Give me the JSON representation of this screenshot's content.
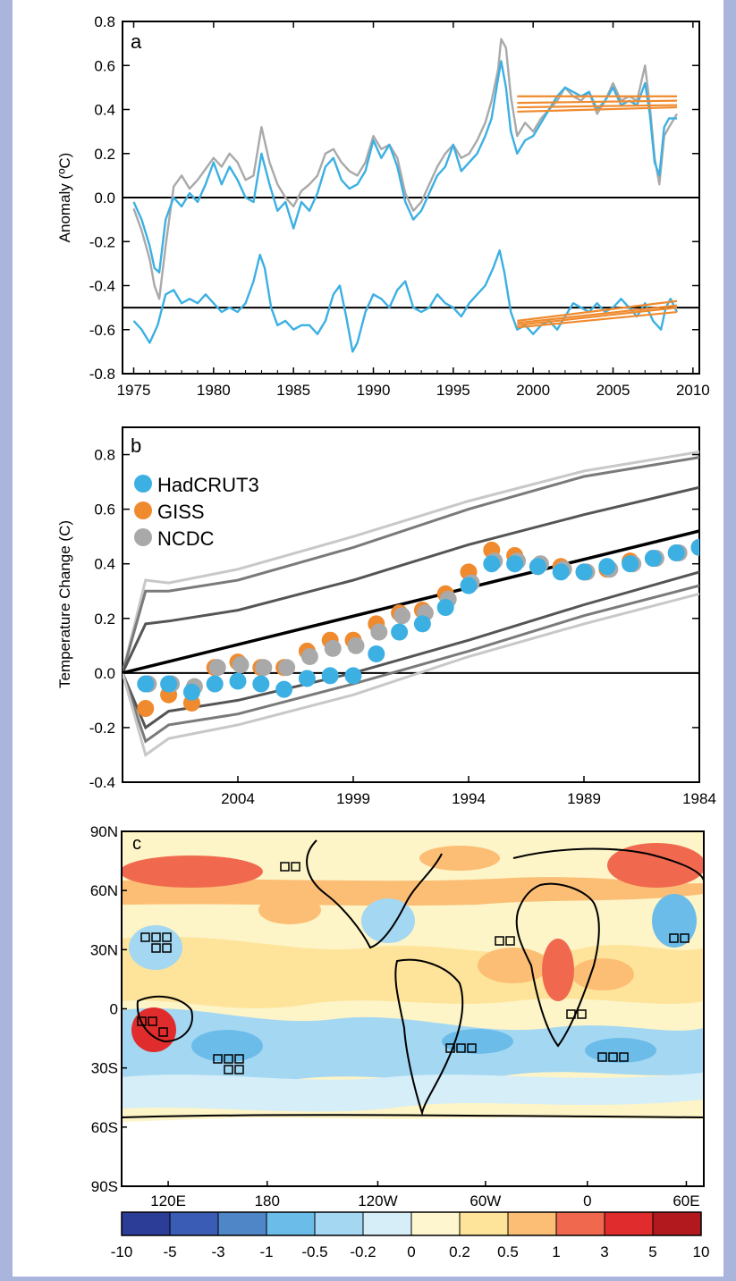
{
  "chart_data": [
    {
      "type": "line",
      "panel_letter": "a",
      "ylabel": "Anomaly (ºC)",
      "xlim": [
        1974.3,
        2010.4
      ],
      "ylim": [
        -0.8,
        0.8
      ],
      "xticks": [
        1975,
        1980,
        1985,
        1990,
        1995,
        2000,
        2005,
        2010
      ],
      "yticks": [
        -0.8,
        -0.6,
        -0.4,
        -0.2,
        0.0,
        0.2,
        0.4,
        0.6,
        0.8
      ],
      "ytick_labels": [
        "-0.8",
        "-0.6",
        "-0.4",
        "-0.2",
        "0.0",
        "0.2",
        "0.4",
        "0.6",
        "0.8"
      ],
      "reference_lines": [
        0.0,
        -0.5
      ],
      "colors": {
        "blue": "#3cb0e3",
        "gray": "#a9a9a9",
        "orange": "#f08a2e"
      },
      "series": [
        {
          "color": "gray",
          "x": [
            1975.0,
            1975.5,
            1976.0,
            1976.3,
            1976.6,
            1977.0,
            1977.5,
            1978.0,
            1978.5,
            1979.0,
            1979.5,
            1980.0,
            1980.5,
            1981.0,
            1981.5,
            1982.0,
            1982.5,
            1983.0,
            1983.5,
            1984.0,
            1984.5,
            1985.0,
            1985.5,
            1986.0,
            1986.5,
            1987.0,
            1987.5,
            1988.0,
            1988.5,
            1989.0,
            1989.5,
            1990.0,
            1990.5,
            1991.0,
            1991.5,
            1992.0,
            1992.5,
            1993.0,
            1993.5,
            1994.0,
            1994.5,
            1995.0,
            1995.5,
            1996.0,
            1996.5,
            1997.0,
            1997.4,
            1997.8,
            1998.0,
            1998.3,
            1998.6,
            1999.0,
            1999.5,
            2000.0,
            2000.5,
            2001.0,
            2001.5,
            2002.0,
            2002.5,
            2003.0,
            2003.5,
            2004.0,
            2004.5,
            2005.0,
            2005.5,
            2006.0,
            2006.5,
            2007.0,
            2007.3,
            2007.6,
            2007.9,
            2008.2,
            2008.5,
            2009.0
          ],
          "y": [
            -0.05,
            -0.15,
            -0.28,
            -0.4,
            -0.46,
            -0.22,
            0.05,
            0.1,
            0.04,
            0.08,
            0.13,
            0.18,
            0.14,
            0.2,
            0.16,
            0.08,
            0.1,
            0.32,
            0.16,
            0.06,
            0.0,
            -0.04,
            0.03,
            0.06,
            0.1,
            0.2,
            0.22,
            0.16,
            0.12,
            0.1,
            0.16,
            0.28,
            0.22,
            0.24,
            0.18,
            0.02,
            -0.06,
            -0.02,
            0.06,
            0.14,
            0.2,
            0.24,
            0.18,
            0.2,
            0.26,
            0.34,
            0.44,
            0.58,
            0.72,
            0.68,
            0.46,
            0.28,
            0.34,
            0.3,
            0.36,
            0.4,
            0.44,
            0.5,
            0.46,
            0.44,
            0.48,
            0.38,
            0.44,
            0.52,
            0.44,
            0.46,
            0.44,
            0.6,
            0.42,
            0.18,
            0.06,
            0.28,
            0.32,
            0.38
          ]
        },
        {
          "color": "blue",
          "x": [
            1975.0,
            1975.5,
            1976.0,
            1976.3,
            1976.6,
            1977.0,
            1977.5,
            1978.0,
            1978.5,
            1979.0,
            1979.5,
            1980.0,
            1980.5,
            1981.0,
            1981.5,
            1982.0,
            1982.5,
            1983.0,
            1983.5,
            1984.0,
            1984.5,
            1985.0,
            1985.5,
            1986.0,
            1986.5,
            1987.0,
            1987.5,
            1988.0,
            1988.5,
            1989.0,
            1989.5,
            1990.0,
            1990.5,
            1991.0,
            1991.5,
            1992.0,
            1992.5,
            1993.0,
            1993.5,
            1994.0,
            1994.5,
            1995.0,
            1995.5,
            1996.0,
            1996.5,
            1997.0,
            1997.4,
            1997.8,
            1998.0,
            1998.3,
            1998.6,
            1999.0,
            1999.5,
            2000.0,
            2000.5,
            2001.0,
            2001.5,
            2002.0,
            2002.5,
            2003.0,
            2003.5,
            2004.0,
            2004.5,
            2005.0,
            2005.5,
            2006.0,
            2006.5,
            2007.0,
            2007.3,
            2007.6,
            2007.9,
            2008.2,
            2008.5,
            2009.0
          ],
          "y": [
            -0.02,
            -0.1,
            -0.22,
            -0.32,
            -0.34,
            -0.1,
            0.0,
            -0.04,
            0.02,
            -0.02,
            0.06,
            0.16,
            0.06,
            0.14,
            0.08,
            0.0,
            -0.02,
            0.2,
            0.06,
            -0.06,
            -0.02,
            -0.14,
            -0.02,
            -0.06,
            0.02,
            0.14,
            0.18,
            0.08,
            0.04,
            0.06,
            0.12,
            0.26,
            0.18,
            0.24,
            0.14,
            -0.02,
            -0.1,
            -0.06,
            0.02,
            0.1,
            0.14,
            0.24,
            0.12,
            0.16,
            0.2,
            0.28,
            0.36,
            0.54,
            0.62,
            0.5,
            0.3,
            0.2,
            0.26,
            0.28,
            0.34,
            0.4,
            0.46,
            0.5,
            0.48,
            0.46,
            0.48,
            0.4,
            0.44,
            0.5,
            0.42,
            0.44,
            0.42,
            0.52,
            0.38,
            0.16,
            0.1,
            0.32,
            0.36,
            0.36
          ]
        },
        {
          "color": "blue",
          "x": [
            1975.0,
            1975.5,
            1976.0,
            1976.5,
            1977.0,
            1977.5,
            1978.0,
            1978.5,
            1979.0,
            1979.5,
            1980.0,
            1980.5,
            1981.0,
            1981.5,
            1982.0,
            1982.5,
            1982.9,
            1983.2,
            1983.6,
            1984.0,
            1984.5,
            1985.0,
            1985.5,
            1986.0,
            1986.5,
            1987.0,
            1987.5,
            1987.9,
            1988.3,
            1988.7,
            1989.0,
            1989.5,
            1990.0,
            1990.5,
            1991.0,
            1991.5,
            1992.0,
            1992.5,
            1993.0,
            1993.5,
            1994.0,
            1994.5,
            1995.0,
            1995.5,
            1996.0,
            1996.5,
            1997.0,
            1997.5,
            1997.9,
            1998.2,
            1998.6,
            1999.0,
            1999.5,
            2000.0,
            2000.5,
            2001.0,
            2001.5,
            2002.0,
            2002.5,
            2003.0,
            2003.5,
            2004.0,
            2004.5,
            2005.0,
            2005.5,
            2006.0,
            2006.5,
            2007.0,
            2007.5,
            2008.0,
            2008.3,
            2008.6,
            2009.0
          ],
          "y": [
            -0.56,
            -0.6,
            -0.66,
            -0.58,
            -0.44,
            -0.42,
            -0.48,
            -0.46,
            -0.48,
            -0.44,
            -0.48,
            -0.52,
            -0.5,
            -0.52,
            -0.48,
            -0.38,
            -0.26,
            -0.32,
            -0.5,
            -0.58,
            -0.56,
            -0.6,
            -0.58,
            -0.58,
            -0.62,
            -0.56,
            -0.44,
            -0.4,
            -0.54,
            -0.7,
            -0.66,
            -0.52,
            -0.44,
            -0.46,
            -0.5,
            -0.42,
            -0.38,
            -0.5,
            -0.52,
            -0.5,
            -0.44,
            -0.48,
            -0.5,
            -0.54,
            -0.48,
            -0.44,
            -0.4,
            -0.32,
            -0.24,
            -0.34,
            -0.52,
            -0.6,
            -0.58,
            -0.62,
            -0.58,
            -0.56,
            -0.6,
            -0.54,
            -0.48,
            -0.5,
            -0.52,
            -0.48,
            -0.52,
            -0.5,
            -0.46,
            -0.5,
            -0.54,
            -0.48,
            -0.56,
            -0.6,
            -0.5,
            -0.46,
            -0.52
          ]
        }
      ],
      "trend_lines": [
        {
          "panel": "upper",
          "x": [
            1999.0,
            2009.0
          ],
          "lines": [
            [
              0.46,
              0.46
            ],
            [
              0.43,
              0.44
            ],
            [
              0.41,
              0.42
            ],
            [
              0.39,
              0.41
            ]
          ]
        },
        {
          "panel": "lower",
          "x": [
            1999.0,
            2009.0
          ],
          "lines": [
            [
              -0.56,
              -0.47
            ],
            [
              -0.57,
              -0.49
            ],
            [
              -0.58,
              -0.5
            ],
            [
              -0.59,
              -0.52
            ]
          ]
        }
      ]
    },
    {
      "type": "scatter",
      "panel_letter": "b",
      "ylabel": "Temperature Change (C)",
      "x_reversed": true,
      "xlim": [
        2009,
        1984
      ],
      "ylim": [
        -0.4,
        0.9
      ],
      "xticks": [
        2004,
        1999,
        1994,
        1989,
        1984
      ],
      "yticks": [
        -0.4,
        -0.2,
        0.0,
        0.2,
        0.4,
        0.6,
        0.8
      ],
      "ytick_labels": [
        "-0.4",
        "-0.2",
        "0.0",
        "0.2",
        "0.4",
        "0.6",
        "0.8"
      ],
      "legend_position": "top-left",
      "legend": [
        {
          "label": "HadCRUT3",
          "color": "#3cb0e3"
        },
        {
          "label": "GISS",
          "color": "#f08a2e"
        },
        {
          "label": "NCDC",
          "color": "#a9a9a9"
        }
      ],
      "envelope_lines": [
        {
          "color": "#c8c8c8",
          "x": [
            2009,
            2008,
            2007,
            2004,
            1999,
            1994,
            1989,
            1984
          ],
          "y": [
            0,
            0.34,
            0.33,
            0.38,
            0.5,
            0.63,
            0.74,
            0.81
          ]
        },
        {
          "color": "#7a7a7a",
          "x": [
            2009,
            2008,
            2007,
            2004,
            1999,
            1994,
            1989,
            1984
          ],
          "y": [
            0,
            0.3,
            0.3,
            0.34,
            0.46,
            0.6,
            0.72,
            0.79
          ]
        },
        {
          "color": "#555555",
          "x": [
            2009,
            2008,
            2007,
            2004,
            1999,
            1994,
            1989,
            1984
          ],
          "y": [
            0,
            0.18,
            0.19,
            0.23,
            0.34,
            0.47,
            0.58,
            0.68
          ]
        },
        {
          "color": "#000000",
          "x": [
            2009,
            1984
          ],
          "y": [
            0,
            0.52
          ]
        },
        {
          "color": "#555555",
          "x": [
            2009,
            2008,
            2007,
            2004,
            1999,
            1994,
            1989,
            1984
          ],
          "y": [
            0,
            -0.2,
            -0.14,
            -0.1,
            0.0,
            0.12,
            0.25,
            0.37
          ]
        },
        {
          "color": "#7a7a7a",
          "x": [
            2009,
            2008,
            2007,
            2004,
            1999,
            1994,
            1989,
            1984
          ],
          "y": [
            0,
            -0.25,
            -0.19,
            -0.15,
            -0.04,
            0.08,
            0.21,
            0.32
          ]
        },
        {
          "color": "#c8c8c8",
          "x": [
            2009,
            2008,
            2007,
            2004,
            1999,
            1994,
            1989,
            1984
          ],
          "y": [
            0,
            -0.3,
            -0.24,
            -0.19,
            -0.08,
            0.06,
            0.18,
            0.29
          ]
        }
      ],
      "series": [
        {
          "name": "GISS",
          "color": "#f08a2e",
          "x": [
            2008,
            2007,
            2006,
            2005,
            2004,
            2003,
            2002,
            2001,
            2000,
            1999,
            1998,
            1997,
            1996,
            1995,
            1994,
            1993,
            1992,
            1991,
            1990,
            1989,
            1988,
            1987,
            1986,
            1985,
            1984
          ],
          "y": [
            -0.13,
            -0.08,
            -0.11,
            0.02,
            0.04,
            0.02,
            0.02,
            0.08,
            0.12,
            0.12,
            0.18,
            0.22,
            0.23,
            0.29,
            0.37,
            0.45,
            0.43,
            0.39,
            0.39,
            0.37,
            0.38,
            0.41,
            0.42,
            0.44,
            0.46
          ]
        },
        {
          "name": "NCDC",
          "color": "#a9a9a9",
          "x": [
            2008,
            2007,
            2006,
            2005,
            2004,
            2003,
            2002,
            2001,
            2000,
            1999,
            1998,
            1997,
            1996,
            1995,
            1994,
            1993,
            1992,
            1991,
            1990,
            1989,
            1988,
            1987,
            1986,
            1985,
            1984
          ],
          "y": [
            -0.04,
            -0.04,
            -0.05,
            0.02,
            0.03,
            0.02,
            0.02,
            0.06,
            0.09,
            0.1,
            0.15,
            0.21,
            0.22,
            0.27,
            0.33,
            0.41,
            0.41,
            0.4,
            0.38,
            0.37,
            0.38,
            0.4,
            0.42,
            0.44,
            0.46
          ]
        },
        {
          "name": "HadCRUT3",
          "color": "#3cb0e3",
          "x": [
            2008,
            2007,
            2006,
            2005,
            2004,
            2003,
            2002,
            2001,
            2000,
            1999,
            1998,
            1997,
            1996,
            1995,
            1994,
            1993,
            1992,
            1991,
            1990,
            1989,
            1988,
            1987,
            1986,
            1985,
            1984
          ],
          "y": [
            -0.04,
            -0.04,
            -0.07,
            -0.04,
            -0.03,
            -0.04,
            -0.06,
            -0.02,
            -0.01,
            -0.01,
            0.07,
            0.15,
            0.18,
            0.24,
            0.32,
            0.4,
            0.4,
            0.39,
            0.37,
            0.37,
            0.39,
            0.4,
            0.42,
            0.44,
            0.46
          ]
        }
      ]
    },
    {
      "type": "heatmap",
      "panel_letter": "c",
      "projection": "map",
      "lat_labels": [
        "90N",
        "60N",
        "30N",
        "0",
        "30S",
        "60S",
        "90S"
      ],
      "lon_labels": [
        "120E",
        "180",
        "120W",
        "60W",
        "0",
        "60E"
      ],
      "colorbar": {
        "labels": [
          "-10",
          "-5",
          "-3",
          "-1",
          "-0.5",
          "-0.2",
          "0",
          "0.2",
          "0.5",
          "1",
          "3",
          "5",
          "10"
        ],
        "colors": [
          "#2c3d98",
          "#3b5cb4",
          "#4f86c8",
          "#6cbcea",
          "#a4d7f2",
          "#d5eef8",
          "#fdf6cf",
          "#fde49a",
          "#fbbe74",
          "#f0694f",
          "#e02c2c",
          "#b2191f"
        ]
      }
    }
  ]
}
